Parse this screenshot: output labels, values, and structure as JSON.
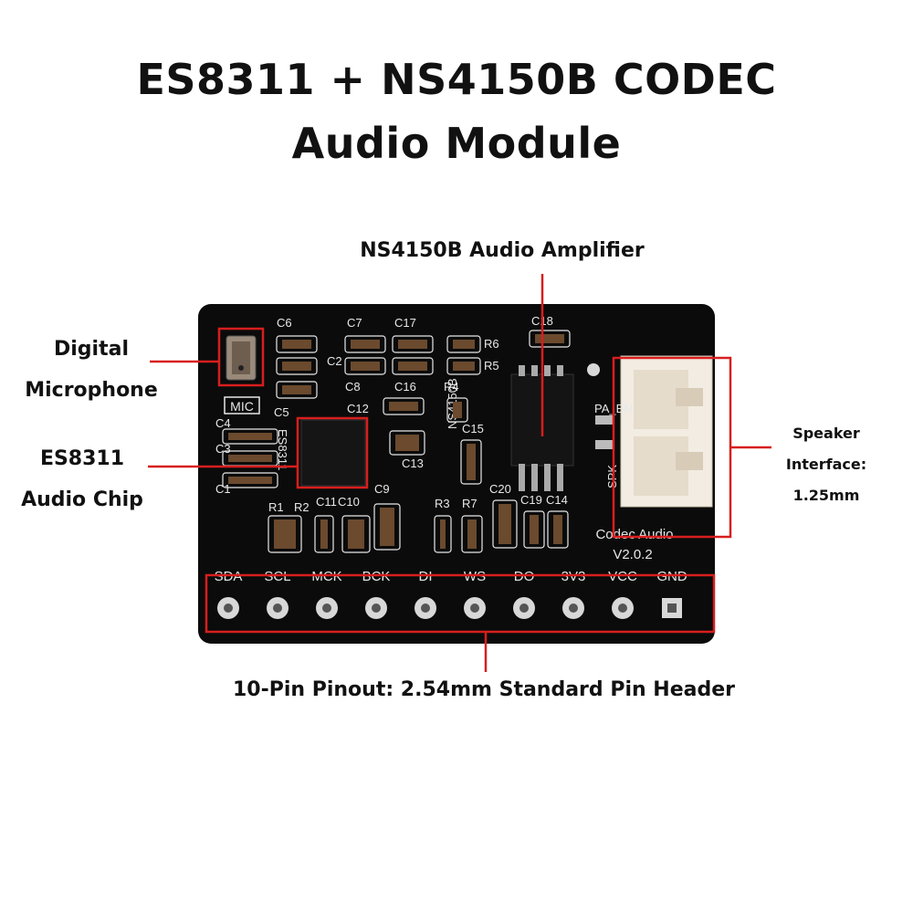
{
  "title": {
    "line1": "ES8311 + NS4150B CODEC",
    "line2": "Audio Module"
  },
  "labels": {
    "amplifier": "NS4150B Audio Amplifier",
    "microphone": [
      "Digital",
      "Microphone"
    ],
    "chip": [
      "ES8311",
      "Audio Chip"
    ],
    "speaker": [
      "Speaker",
      "Interface:",
      "1.25mm"
    ],
    "pinout": "10-Pin Pinout: 2.54mm Standard Pin Header"
  },
  "silkscreen": {
    "mic": "MIC",
    "pa_en": "PA_EN",
    "spk": "SPK",
    "brand": "Codec Audio",
    "version": "V2.0.2",
    "ns_chip": "NS4150B",
    "es_chip": "ES8311",
    "components": [
      "C6",
      "C7",
      "C17",
      "C18",
      "R6",
      "R5",
      "C2",
      "C8",
      "C12",
      "C16",
      "R4",
      "C5",
      "C15",
      "C13",
      "C4",
      "C3",
      "C1",
      "C9",
      "R1",
      "R2",
      "C11",
      "C10",
      "R3",
      "R7",
      "C20",
      "C19",
      "C14"
    ]
  },
  "pins": [
    "SDA",
    "SCL",
    "MCK",
    "BCK",
    "DI",
    "WS",
    "DO",
    "3V3",
    "VCC",
    "GND"
  ],
  "colors": {
    "accent": "#d81e1e",
    "board": "#0b0b0b",
    "silk": "#e8e8e8"
  }
}
